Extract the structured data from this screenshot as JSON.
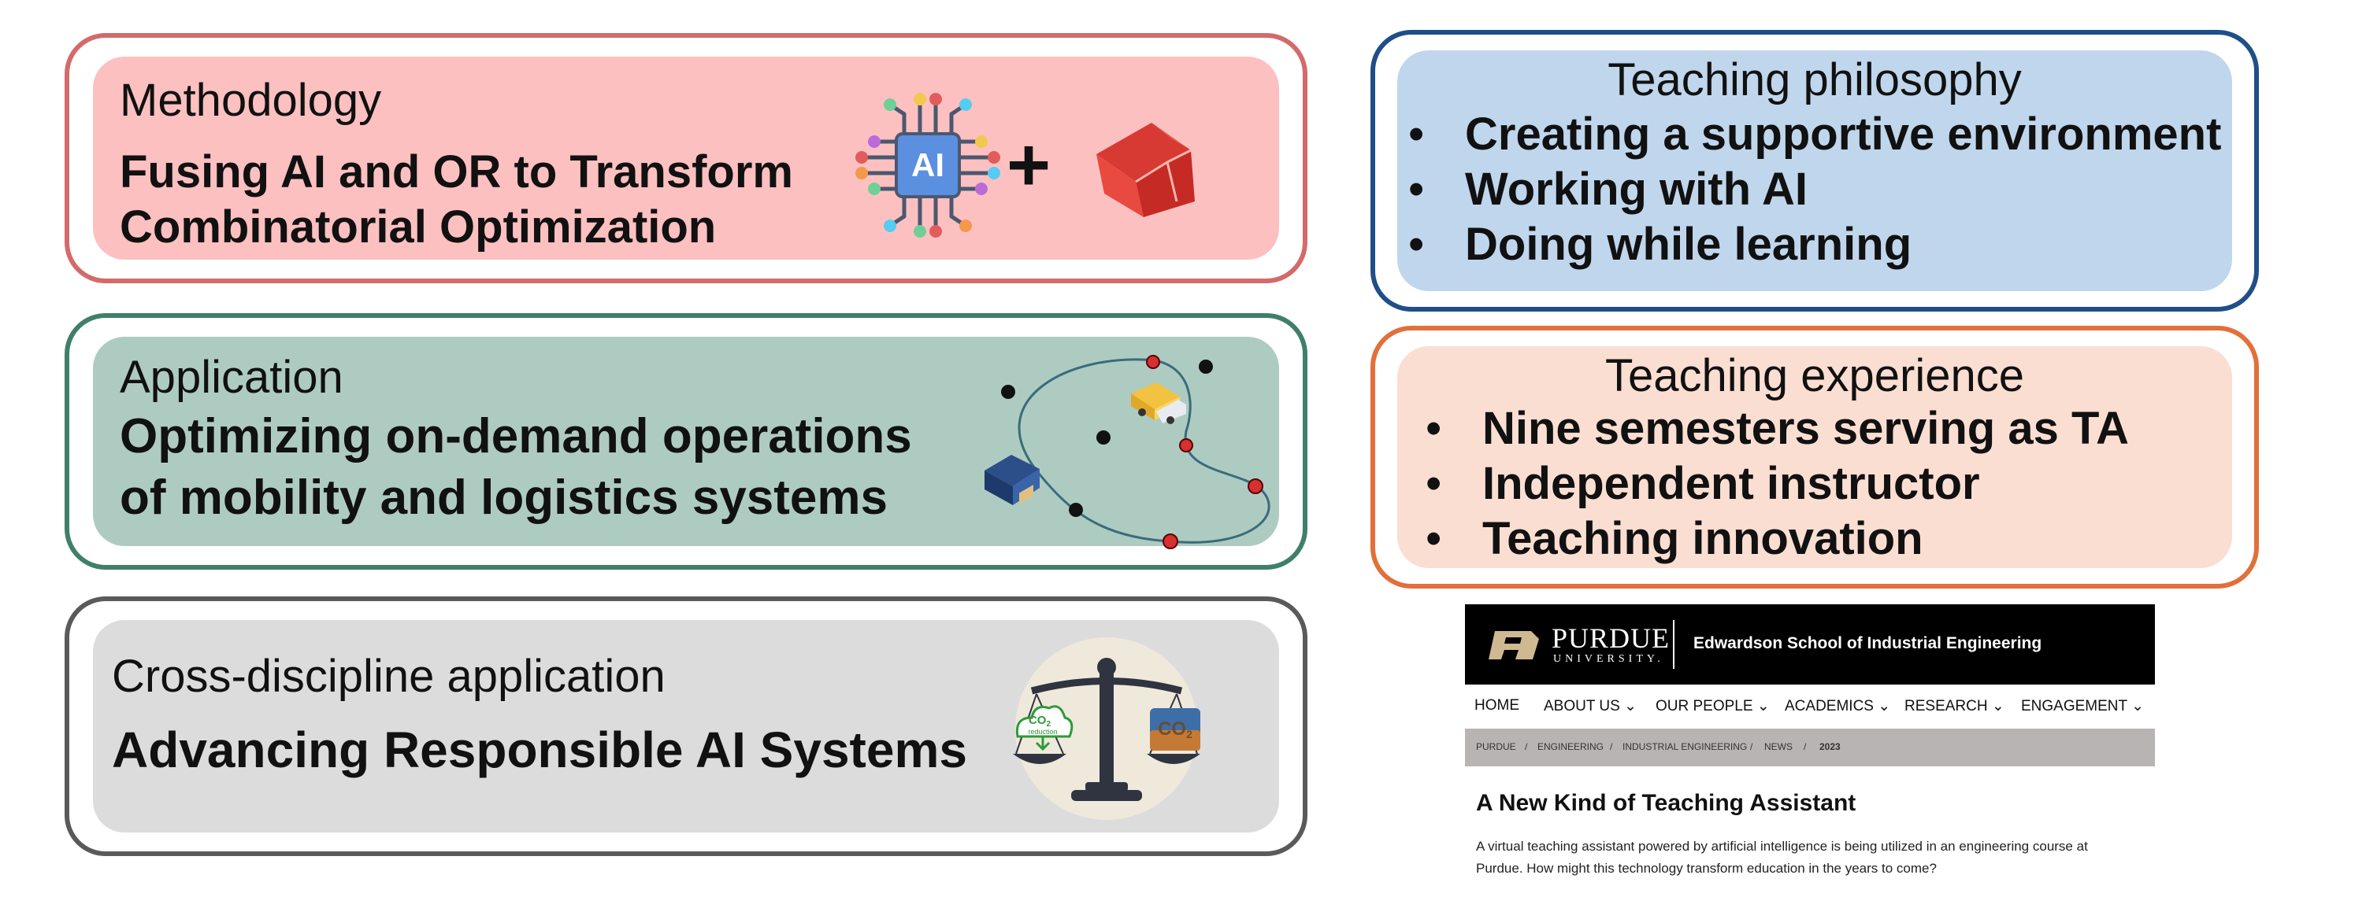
{
  "methodology": {
    "subtitle": "Methodology",
    "headline_line1": "Fusing AI and OR to Transform",
    "headline_line2": "Combinatorial Optimization",
    "ai_chip_label": "AI",
    "plus": "+"
  },
  "application": {
    "subtitle": "Application",
    "headline_line1": "Optimizing on-demand operations",
    "headline_line2": "of mobility and logistics systems"
  },
  "cross": {
    "subtitle": "Cross-discipline application",
    "headline": "Advancing Responsible AI Systems",
    "left_pan_label": "CO",
    "left_pan_sub": "2",
    "left_pan_word": "reduction",
    "right_pan_label": "CO",
    "right_pan_sub": "2"
  },
  "philosophy": {
    "title": "Teaching philosophy",
    "bullets": [
      "Creating a supportive environment",
      "Working with AI",
      "Doing while learning"
    ]
  },
  "experience": {
    "title": "Teaching experience",
    "bullets": [
      "Nine semesters serving as TA",
      "Independent instructor",
      "Teaching innovation"
    ]
  },
  "news": {
    "brand": "PURDUE",
    "brand_sub": "UNIVERSITY.",
    "school": "Edwardson School of Industrial Engineering",
    "nav": [
      "HOME",
      "ABOUT US",
      "OUR PEOPLE",
      "ACADEMICS",
      "RESEARCH",
      "ENGAGEMENT"
    ],
    "breadcrumbs": [
      "PURDUE",
      "ENGINEERING",
      "INDUSTRIAL ENGINEERING",
      "NEWS",
      "2023"
    ],
    "title": "A New Kind of Teaching Assistant",
    "body": "A virtual teaching assistant powered by artificial intelligence is being utilized in an engineering course at Purdue. How might this technology transform education in the years to come?"
  },
  "colors": {
    "methodology_border": "#d46a6a",
    "methodology_fill": "#fdc0c0",
    "application_border": "#3f7f6c",
    "application_fill": "#aecbc2",
    "cross_border": "#5a5a5a",
    "cross_fill": "#dcdcdc",
    "philosophy_border": "#1f4e89",
    "philosophy_fill": "#c0d6ec",
    "experience_border": "#e2703a",
    "experience_fill": "#fbded2"
  },
  "icons": [
    "ai-chip-icon",
    "red-polyhedron-icon",
    "warehouse-icon",
    "delivery-truck-icon",
    "balance-scale-icon",
    "co2-reduction-icon",
    "co2-emission-icon",
    "purdue-logo-icon",
    "chevron-down-icon"
  ]
}
